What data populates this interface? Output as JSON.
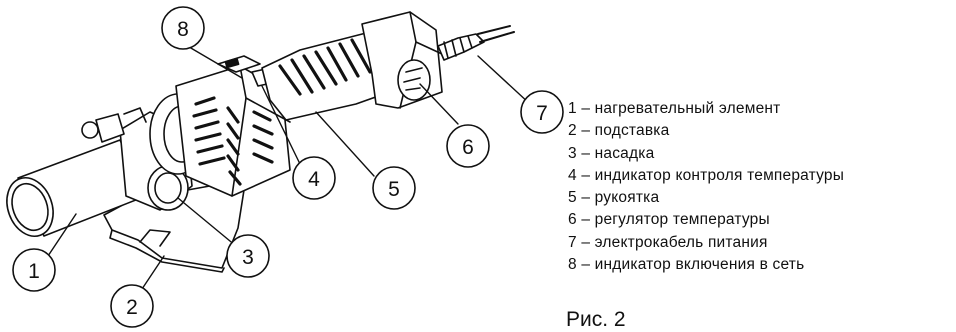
{
  "callouts": {
    "c1": "1",
    "c2": "2",
    "c3": "3",
    "c4": "4",
    "c5": "5",
    "c6": "6",
    "c7": "7",
    "c8": "8"
  },
  "legend": [
    "1 – нагревательный элемент",
    "2 – подставка",
    "3 – насадка",
    "4 – индикатор контроля температуры",
    "5 – рукоятка",
    "6 – регулятор температуры",
    "7 – электрокабель питания",
    "8 – индикатор включения в сеть"
  ],
  "caption": "Рис. 2",
  "colors": {
    "line": "#111111",
    "background": "#ffffff"
  }
}
